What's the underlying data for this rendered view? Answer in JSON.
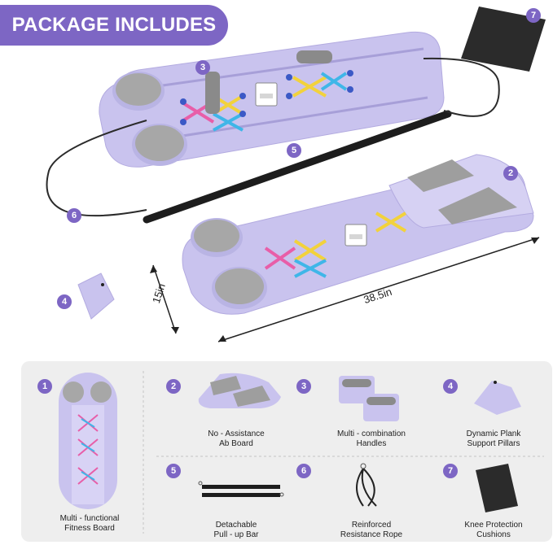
{
  "header": {
    "title": "PACKAGE INCLUDES"
  },
  "badges": [
    "1",
    "2",
    "3",
    "4",
    "5",
    "6",
    "7"
  ],
  "dimensions": {
    "width": "15in",
    "length": "38.5in"
  },
  "items": [
    {
      "number": "1",
      "line1": "Multi - functional",
      "line2": "Fitness Board"
    },
    {
      "number": "2",
      "line1": "No - Assistance",
      "line2": "Ab Board"
    },
    {
      "number": "3",
      "line1": "Multi - combination",
      "line2": "Handles"
    },
    {
      "number": "4",
      "line1": "Dynamic Plank",
      "line2": "Support Pillars"
    },
    {
      "number": "5",
      "line1": "Detachable",
      "line2": "Pull - up Bar"
    },
    {
      "number": "6",
      "line1": "Reinforced",
      "line2": "Resistance Rope"
    },
    {
      "number": "7",
      "line1": "Knee Protection",
      "line2": "Cushions"
    }
  ],
  "colors": {
    "accent": "#7d66c4",
    "board": "#c9c3ee",
    "pad": "#a7a7a7",
    "panel": "#eeeeee"
  }
}
